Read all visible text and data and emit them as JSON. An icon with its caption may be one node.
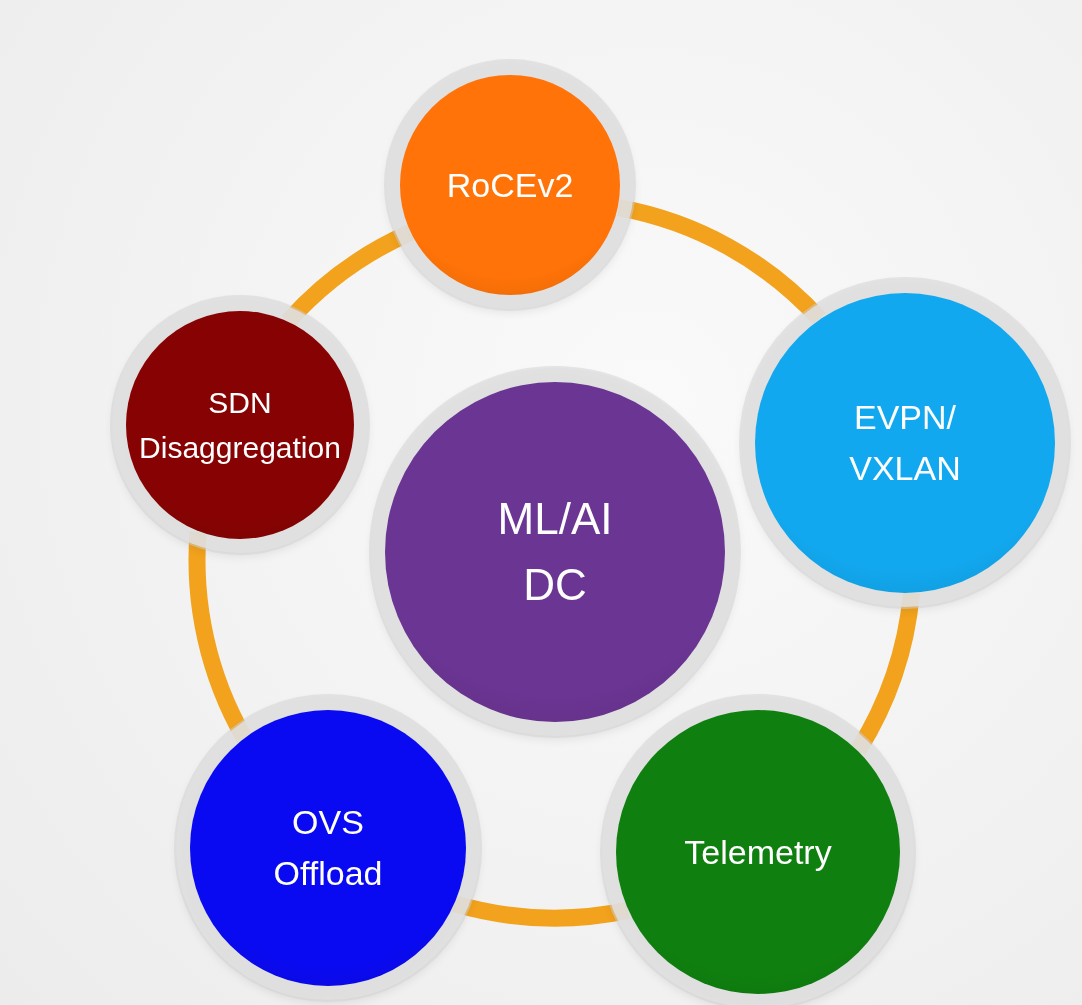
{
  "diagram": {
    "nodes": [
      {
        "text": [
          "RoCEv2"
        ]
      },
      {
        "text": [
          "SDN Disaggregation"
        ]
      },
      {
        "text": [
          "EVPN/ VXLAN"
        ]
      },
      {
        "text": [
          "ML/AI DC"
        ]
      },
      {
        "text": [
          "OVS Offload"
        ]
      },
      {
        "text": [
          "Telemetry"
        ]
      }
    ],
    "edges": [
      {
        "from": 0,
        "to": 2,
        "arrow": "none"
      },
      {
        "from": 2,
        "to": 5,
        "arrow": "none"
      },
      {
        "from": 5,
        "to": 4,
        "arrow": "none"
      },
      {
        "from": 4,
        "to": 1,
        "arrow": "none"
      },
      {
        "from": 1,
        "to": 0,
        "arrow": "none"
      }
    ]
  }
}
